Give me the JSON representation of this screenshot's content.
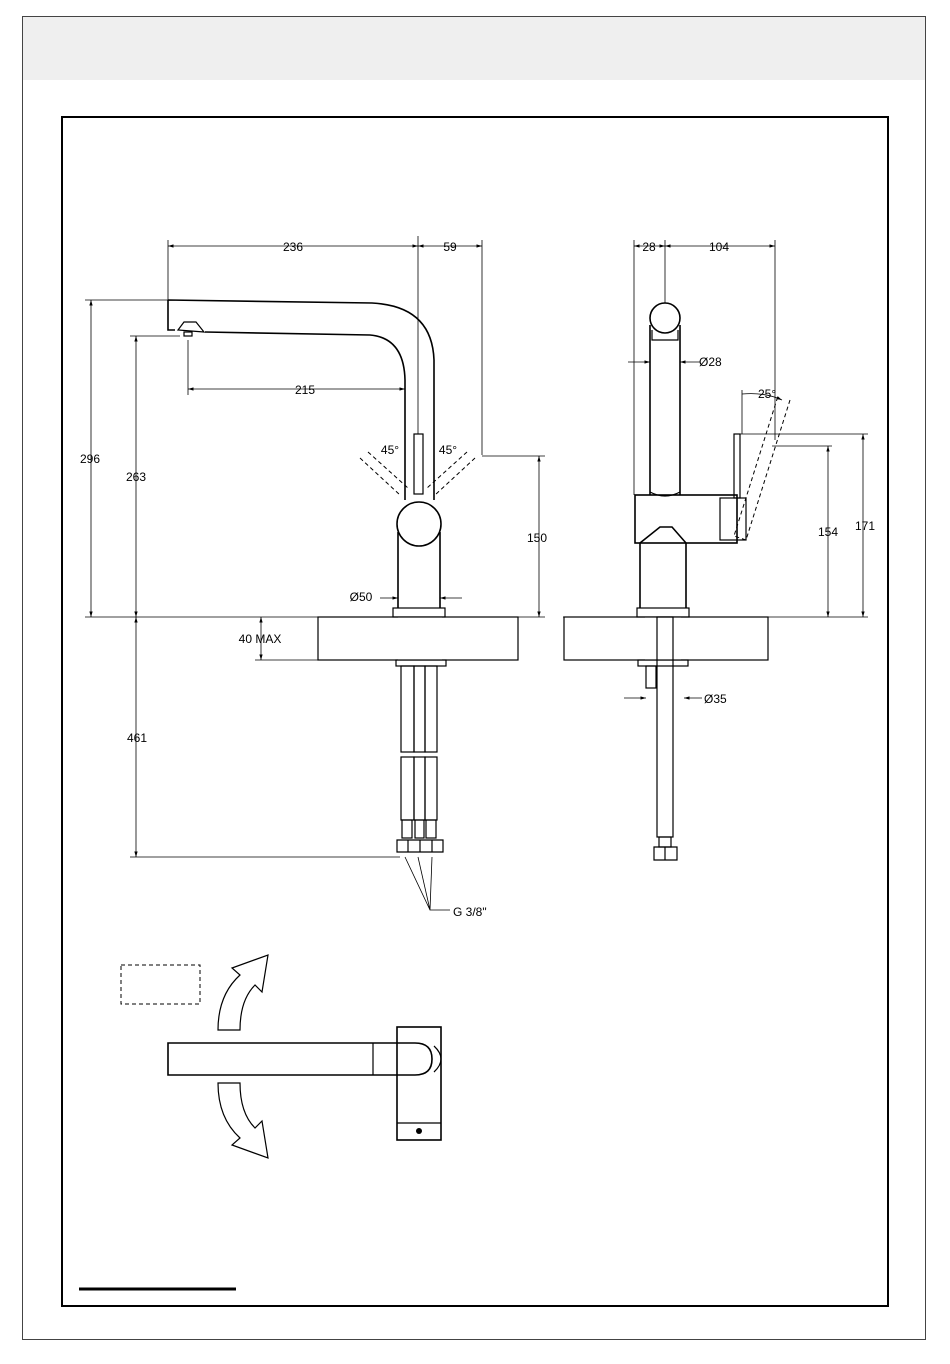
{
  "dimensions": {
    "front": {
      "d236": "236",
      "d59": "59",
      "d215": "215",
      "d296": "296",
      "d263": "263",
      "d150": "150",
      "a45_left": "45°",
      "a45_right": "45°",
      "dia50": "Ø50",
      "max40": "40 MAX",
      "d461": "461",
      "thread": "G 3/8\""
    },
    "side": {
      "d28": "28",
      "d104": "104",
      "dia28": "Ø28",
      "a25": "25°",
      "d154": "154",
      "d171": "171",
      "dia35": "Ø35"
    }
  },
  "colors": {
    "line": "#000000",
    "header": "#efefef",
    "frame": "#444444"
  }
}
